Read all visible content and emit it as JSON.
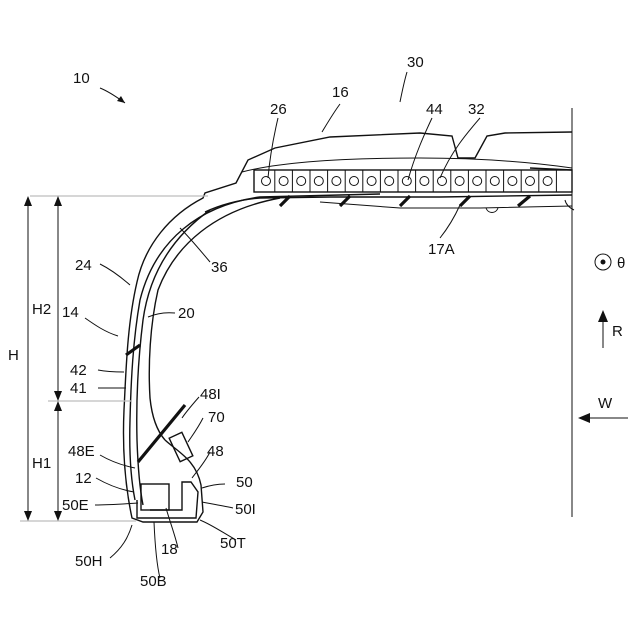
{
  "figure": {
    "colors": {
      "line": "#111111",
      "guide": "#bdbdbd",
      "background": "#ffffff"
    },
    "labels": {
      "l10": "10",
      "l30": "30",
      "l16": "16",
      "l26": "26",
      "l44": "44",
      "l32": "32",
      "l17A": "17A",
      "l24": "24",
      "l36": "36",
      "l14": "14",
      "l20": "20",
      "l42": "42",
      "l41": "41",
      "l48I": "48I",
      "l70": "70",
      "l48E": "48E",
      "l48": "48",
      "l12": "12",
      "l50": "50",
      "l50E": "50E",
      "l50I": "50I",
      "l50T": "50T",
      "l18": "18",
      "l50H": "50H",
      "l50B": "50B",
      "H": "H",
      "H1": "H1",
      "H2": "H2",
      "theta": "θ",
      "R": "R",
      "W": "W"
    }
  }
}
